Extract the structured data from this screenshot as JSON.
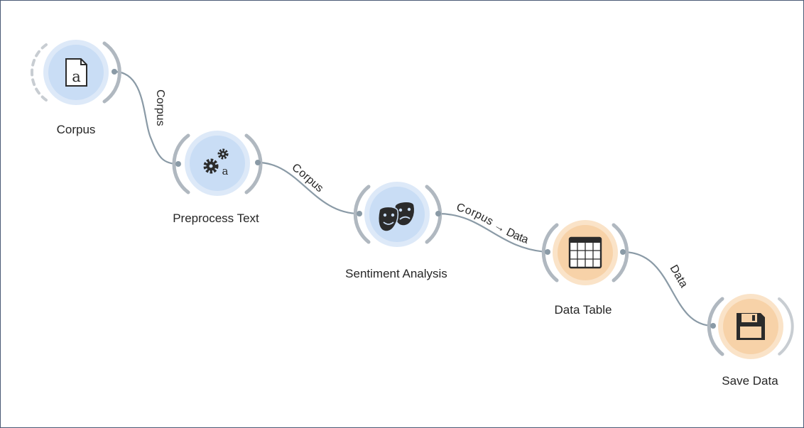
{
  "colors": {
    "text_widget_fill": "#c9ddf5",
    "text_widget_ring": "#dde9f8",
    "data_widget_fill": "#f7d2a8",
    "data_widget_ring": "#fae3c8",
    "link": "#8a9aa6",
    "bracket": "#b0b8c0",
    "icon": "#2b2b2b"
  },
  "nodes": {
    "corpus": {
      "label": "Corpus",
      "icon": "document-a-icon"
    },
    "preprocess": {
      "label": "Preprocess Text",
      "icon": "gears-a-icon"
    },
    "sentiment": {
      "label": "Sentiment Analysis",
      "icon": "theater-masks-icon"
    },
    "datatable": {
      "label": "Data Table",
      "icon": "table-grid-icon"
    },
    "savedata": {
      "label": "Save Data",
      "icon": "floppy-disk-icon"
    }
  },
  "links": {
    "l1": {
      "label": "Corpus"
    },
    "l2": {
      "label": "Corpus"
    },
    "l3": {
      "label": "Corpus → Data"
    },
    "l4": {
      "label": "Data"
    }
  }
}
